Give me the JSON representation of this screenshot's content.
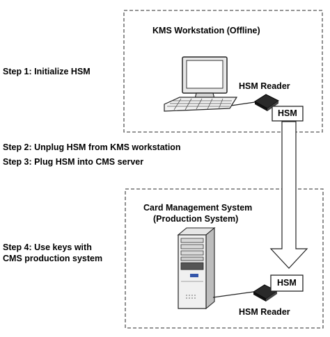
{
  "steps": {
    "step1": "Step 1: Initialize HSM",
    "step2": "Step 2: Unplug HSM from KMS workstation",
    "step3": "Step 3: Plug HSM into CMS server",
    "step4_line1": "Step 4: Use keys with",
    "step4_line2": "CMS production system"
  },
  "kms_box": {
    "title": "KMS Workstation (Offline)",
    "reader_label": "HSM Reader",
    "hsm_label": "HSM"
  },
  "cms_box": {
    "title_line1": "Card Management System",
    "title_line2": "(Production System)",
    "reader_label": "HSM Reader",
    "hsm_label": "HSM"
  }
}
